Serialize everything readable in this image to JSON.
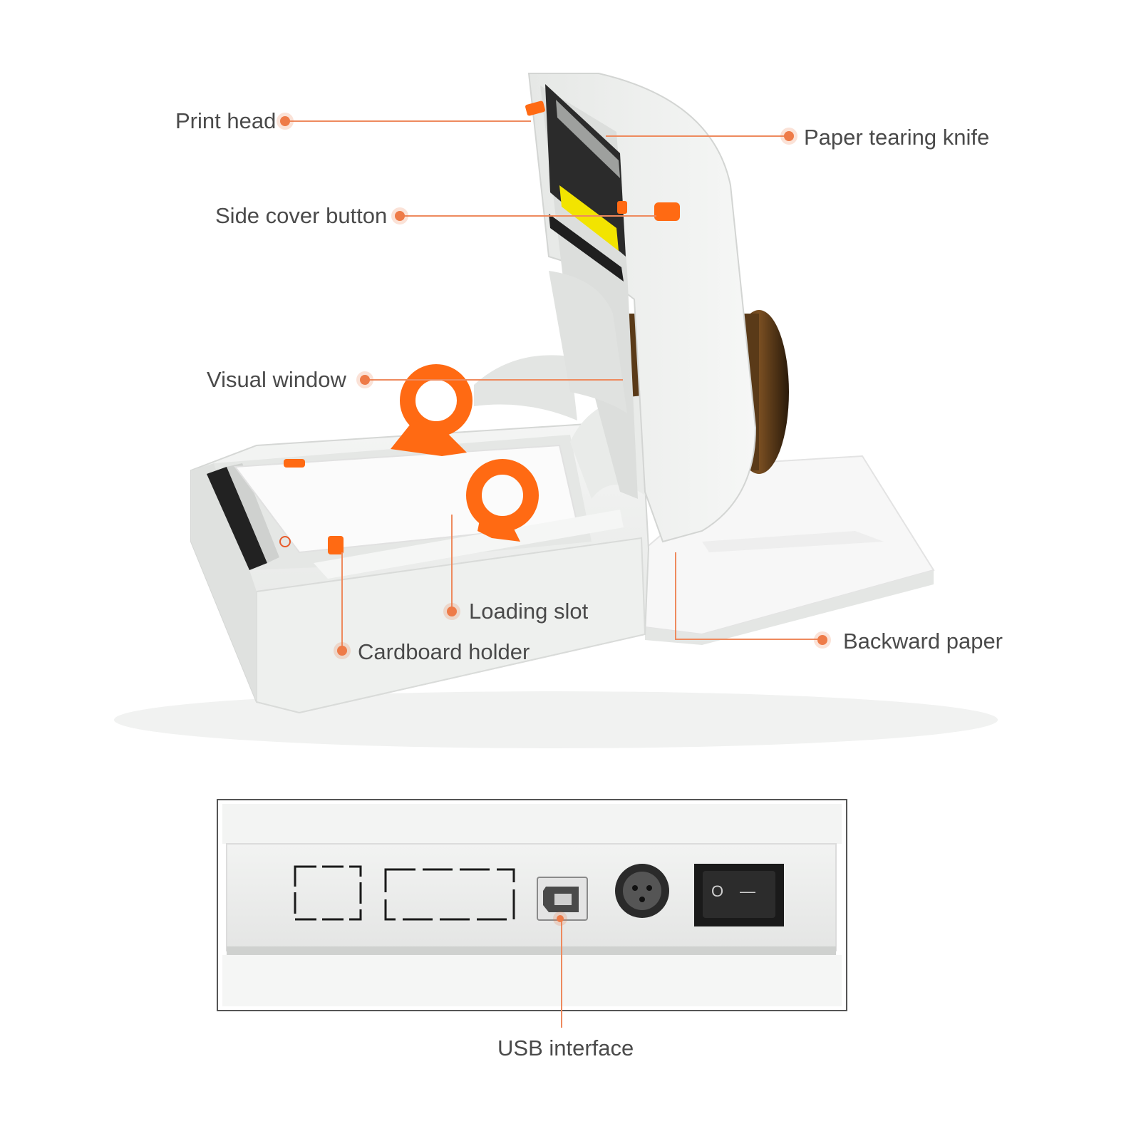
{
  "colors": {
    "accent": "#ee7b48",
    "label_text": "#4a4a4a",
    "printer_body": "#eeefee",
    "spindle": "#ff6a13",
    "label_stripe": "#f2e400"
  },
  "callouts": {
    "print_head": "Print head",
    "paper_tearing_knife": "Paper tearing knife",
    "side_cover_button": "Side cover button",
    "visual_window": "Visual window",
    "loading_slot": "Loading slot",
    "cardboard_holder": "Cardboard holder",
    "backward_paper": "Backward paper",
    "usb_interface": "USB interface"
  },
  "rear_panel": {
    "switch_symbols": {
      "off": "O",
      "on": "—"
    }
  }
}
